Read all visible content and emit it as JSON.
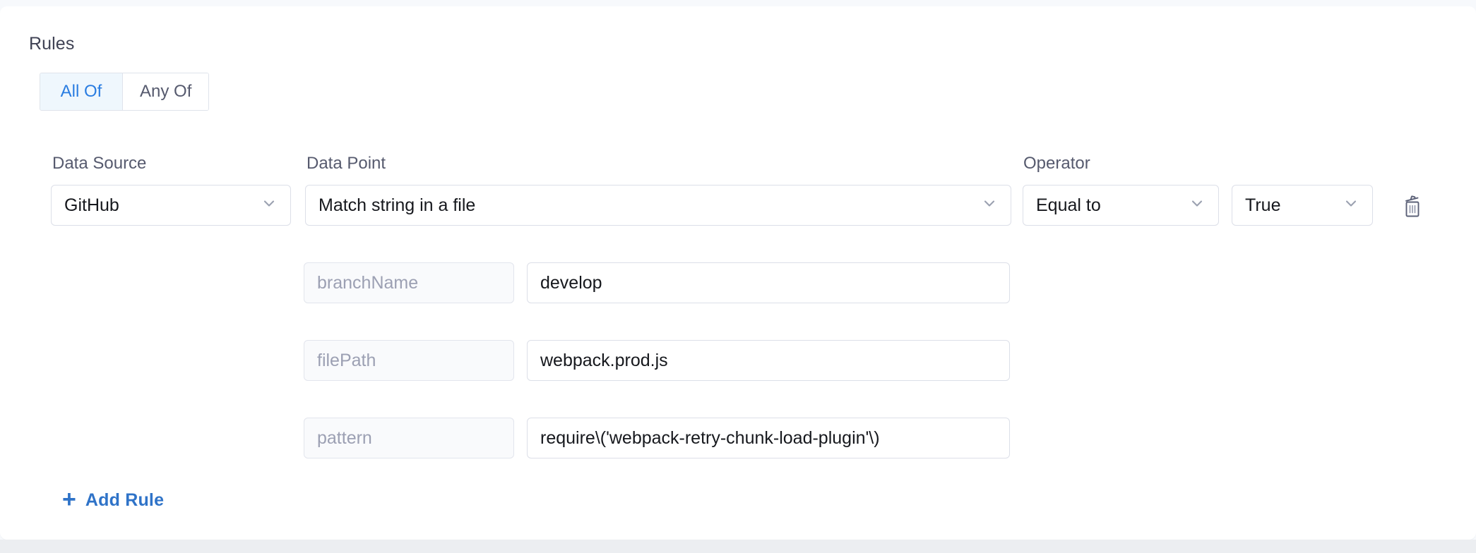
{
  "section": {
    "title": "Rules"
  },
  "match_mode": {
    "options": [
      {
        "label": "All Of",
        "selected": true
      },
      {
        "label": "Any Of",
        "selected": false
      }
    ],
    "active_color": "#2a7de1",
    "active_bg": "#eff7fd"
  },
  "columns": {
    "data_source": "Data Source",
    "data_point": "Data Point",
    "operator": "Operator"
  },
  "rule": {
    "data_source": {
      "value": "GitHub",
      "icon": "chevron-down-icon"
    },
    "data_point": {
      "value": "Match string in a file",
      "icon": "chevron-down-icon"
    },
    "operator": {
      "value": "Equal to",
      "icon": "chevron-down-icon"
    },
    "operand": {
      "value": "True",
      "icon": "chevron-down-icon"
    },
    "delete_icon": "trash-icon",
    "parameters": [
      {
        "key": "branchName",
        "value": "develop"
      },
      {
        "key": "filePath",
        "value": "webpack.prod.js"
      },
      {
        "key": "pattern",
        "value": "require\\('webpack-retry-chunk-load-plugin'\\)"
      }
    ]
  },
  "actions": {
    "add_rule": "Add Rule",
    "add_rule_icon": "plus-icon",
    "add_rule_color": "#2f73c8"
  }
}
